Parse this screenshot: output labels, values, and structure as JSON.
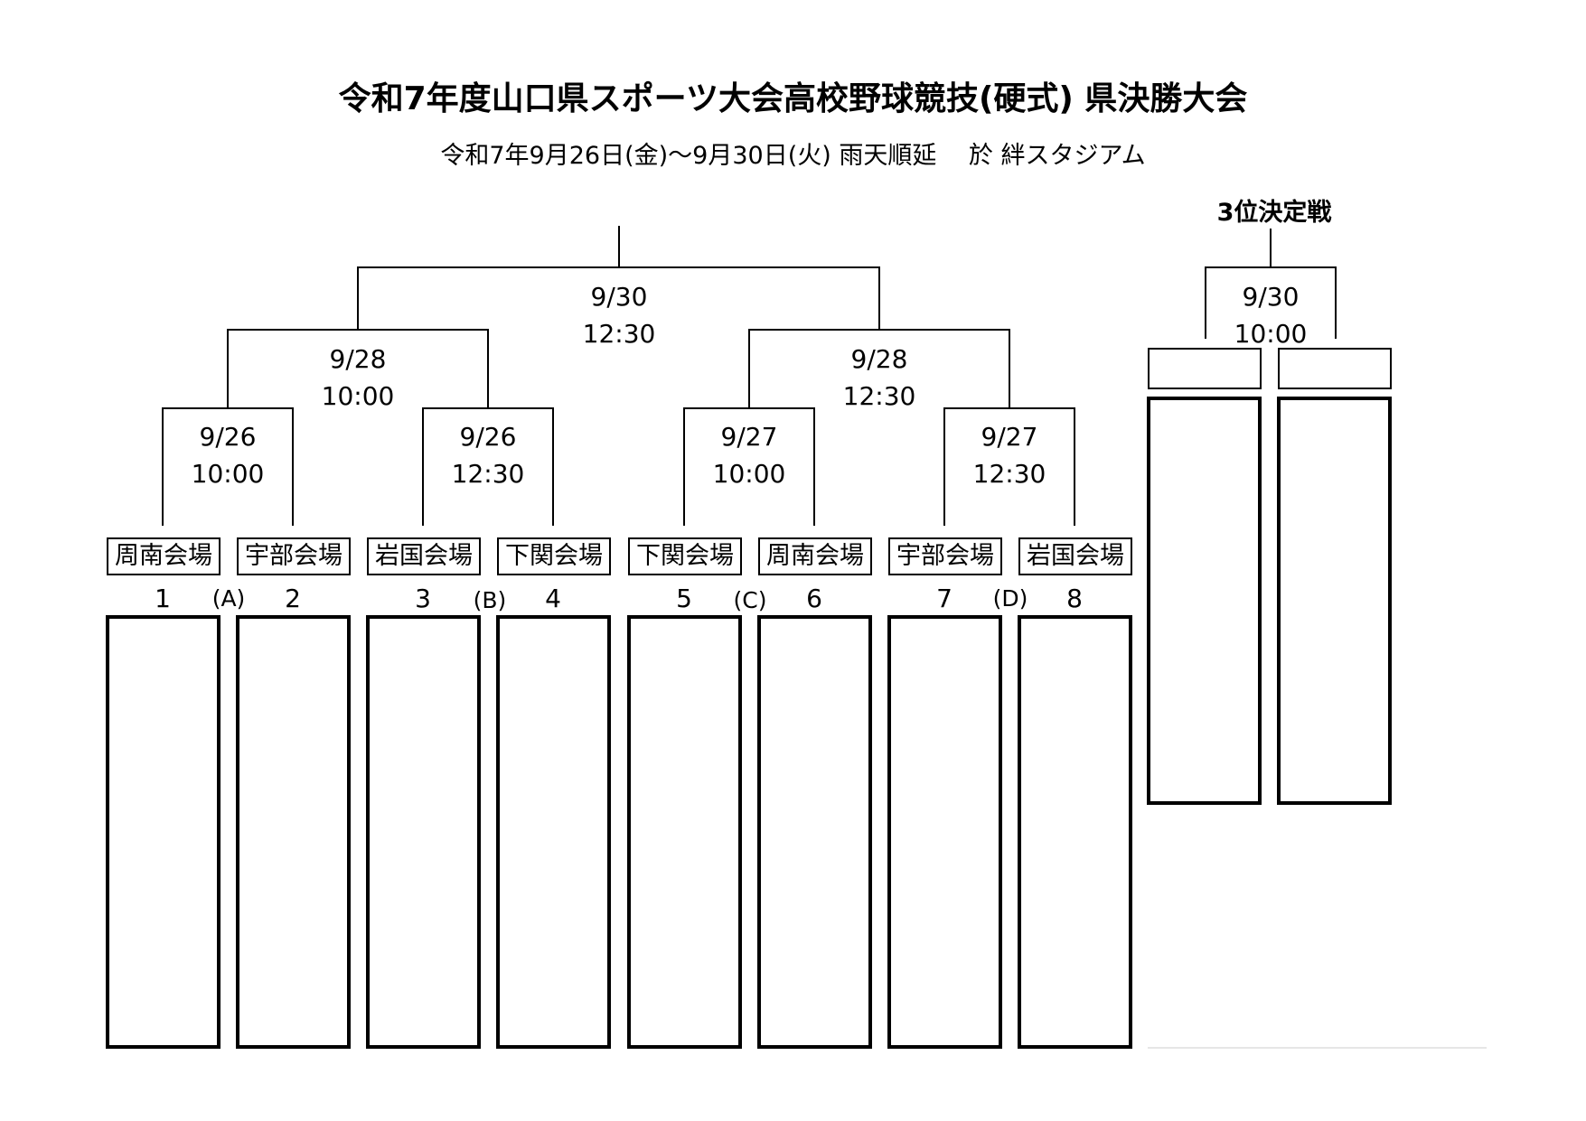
{
  "header": {
    "title": "令和7年度山口県スポーツ大会高校野球競技(硬式) 県決勝大会",
    "subtitle": "令和7年9月26日(金)～9月30日(火) 雨天順延　 於 絆スタジアム"
  },
  "rounds": {
    "first": [
      {
        "date": "9/26",
        "time": "10:00"
      },
      {
        "date": "9/26",
        "time": "12:30"
      },
      {
        "date": "9/27",
        "time": "10:00"
      },
      {
        "date": "9/27",
        "time": "12:30"
      }
    ],
    "semis": [
      {
        "date": "9/28",
        "time": "10:00"
      },
      {
        "date": "9/28",
        "time": "12:30"
      }
    ],
    "final": {
      "date": "9/30",
      "time": "12:30"
    }
  },
  "third_place": {
    "label": "3位決定戦",
    "date": "9/30",
    "time": "10:00"
  },
  "slots": [
    {
      "number": "1",
      "venue": "周南会場"
    },
    {
      "number": "2",
      "venue": "宇部会場"
    },
    {
      "number": "3",
      "venue": "岩国会場"
    },
    {
      "number": "4",
      "venue": "下関会場"
    },
    {
      "number": "5",
      "venue": "下関会場"
    },
    {
      "number": "6",
      "venue": "周南会場"
    },
    {
      "number": "7",
      "venue": "宇部会場"
    },
    {
      "number": "8",
      "venue": "岩国会場"
    }
  ],
  "groups": [
    "(A)",
    "(B)",
    "(C)",
    "(D)"
  ]
}
